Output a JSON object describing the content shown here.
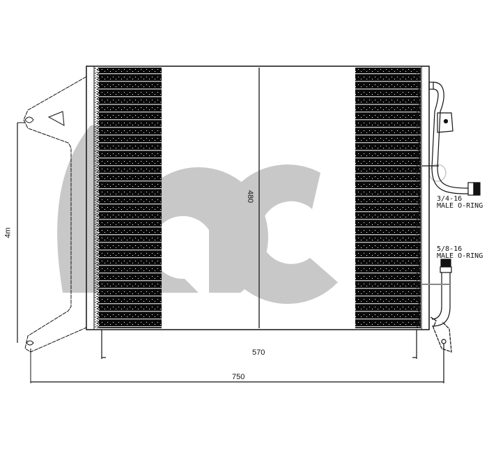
{
  "drawing": {
    "subject": "AC condenser technical drawing",
    "watermark": {
      "text": "ac",
      "color": "#c8c8c8"
    },
    "colors": {
      "line": "#111111",
      "core_fill": "#0a0a0a",
      "background": "#ffffff"
    }
  },
  "dimensions": {
    "core_height": "480",
    "core_width": "570",
    "overall_width": "750",
    "bracket_height": "4m"
  },
  "fittings": [
    {
      "size": "3/4-16",
      "type": "MALE O-RING",
      "position": "upper"
    },
    {
      "size": "5/8-16",
      "type": "MALE O-RING",
      "position": "lower"
    }
  ]
}
